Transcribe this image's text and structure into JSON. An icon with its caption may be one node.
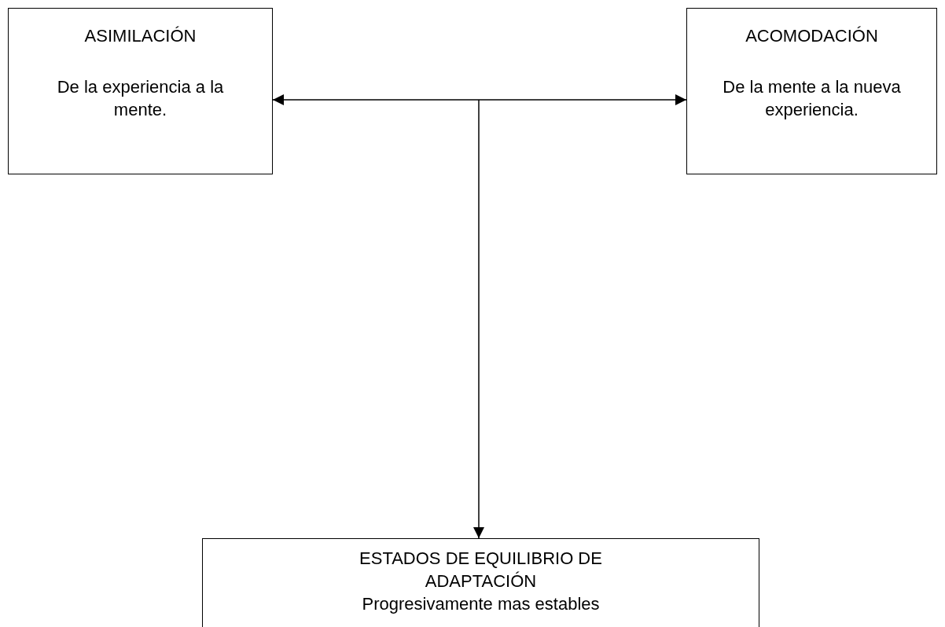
{
  "diagram": {
    "nodes": [
      {
        "text": [
          "ASIMILACIÓN",
          "De la experiencia a la mente."
        ]
      },
      {
        "text": [
          "ACOMODACIÓN",
          "De la mente a la nueva experiencia."
        ]
      },
      {
        "text": [
          "ESTADOS DE EQUILIBRIO DE ADAPTACIÓN",
          "Progresivamente mas estables"
        ]
      }
    ],
    "edges": [
      {
        "from": 0,
        "to": 1,
        "arrow": "both"
      },
      {
        "from": null,
        "to": 2,
        "arrow": "to"
      }
    ]
  }
}
